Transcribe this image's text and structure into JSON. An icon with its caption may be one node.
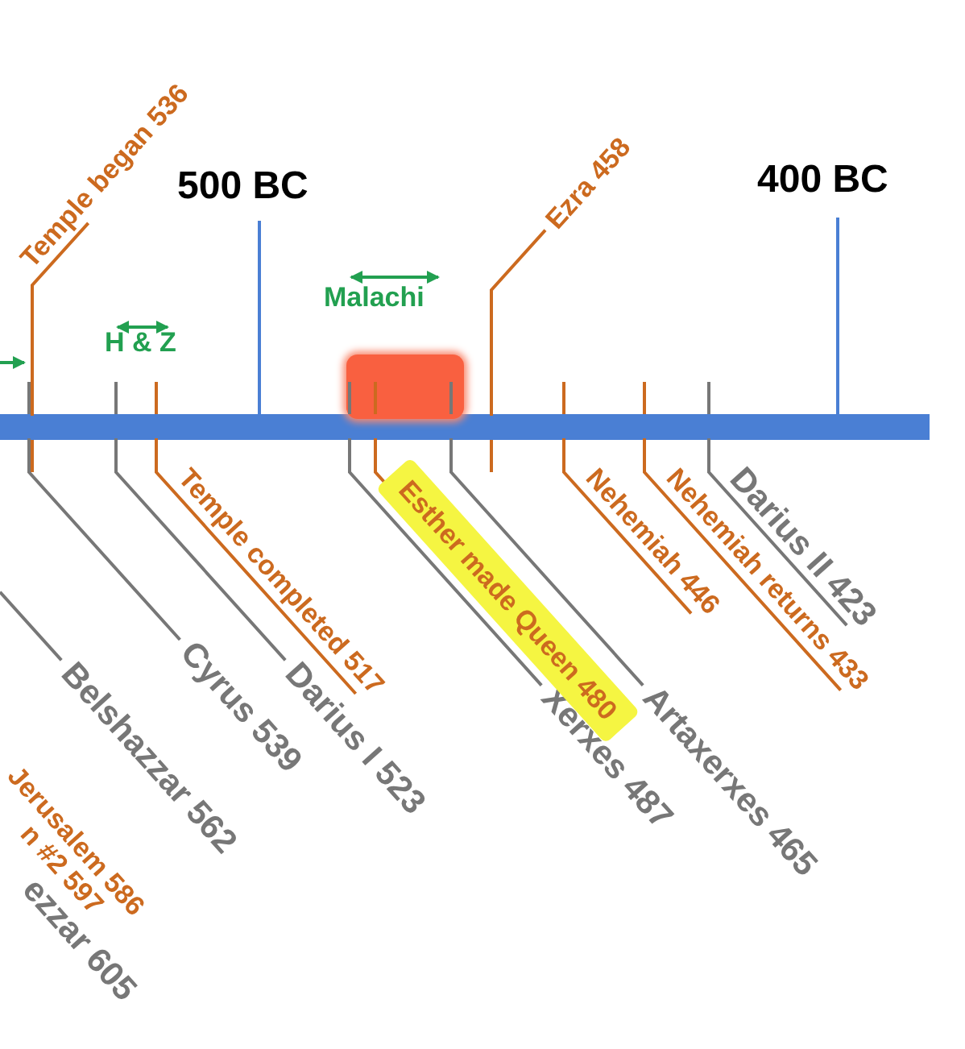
{
  "diagram": {
    "nodes": [
      {
        "text": [],
        "shape": "bar"
      },
      {
        "text": [
          "Temple began 536"
        ]
      },
      {
        "text": [
          "H & Z"
        ]
      },
      {
        "text": [
          "Malachi"
        ]
      },
      {
        "text": [],
        "shape": "box"
      },
      {
        "text": [
          "Ezra 458"
        ]
      },
      {
        "text": [
          "Belshazzar 562"
        ]
      },
      {
        "text": [
          "Cyrus 539"
        ]
      },
      {
        "text": [
          "Darius I 523"
        ]
      },
      {
        "text": [
          "Temple completed 517"
        ]
      },
      {
        "text": [
          "Xerxes 487"
        ]
      },
      {
        "text": [
          "Esther made Queen 480"
        ]
      },
      {
        "text": [
          "Artaxerxes 465"
        ]
      },
      {
        "text": [
          "Nehemiah 446"
        ]
      },
      {
        "text": [
          "Nehemiah returns 433"
        ]
      },
      {
        "text": [
          "Darius II 423"
        ]
      }
    ],
    "edges": [
      {
        "from": 1,
        "to": 0,
        "arrow": "none",
        "color": "#cc6a1f"
      },
      {
        "from": 5,
        "to": 0,
        "arrow": "none",
        "color": "#cc6a1f"
      },
      {
        "from": 6,
        "to": null,
        "arrow": "none"
      },
      {
        "from": 7,
        "to": 0,
        "arrow": "none"
      },
      {
        "from": 8,
        "to": 0,
        "arrow": "none"
      },
      {
        "from": 9,
        "to": 0,
        "arrow": "none",
        "color": "#cc6a1f"
      },
      {
        "from": 10,
        "to": 0,
        "arrow": "none"
      },
      {
        "from": 11,
        "to": 0,
        "arrow": "none",
        "color": "#cc6a1f"
      },
      {
        "from": 12,
        "to": 0,
        "arrow": "none"
      },
      {
        "from": 13,
        "to": 0,
        "arrow": "none",
        "color": "#cc6a1f"
      },
      {
        "from": 14,
        "to": 0,
        "arrow": "none",
        "color": "#cc6a1f"
      },
      {
        "from": 15,
        "to": 0,
        "arrow": "none"
      }
    ],
    "labels": [
      "500 BC",
      "400 BC",
      "Jerusalem 586",
      "n #2 597",
      "ezzar 605"
    ]
  }
}
